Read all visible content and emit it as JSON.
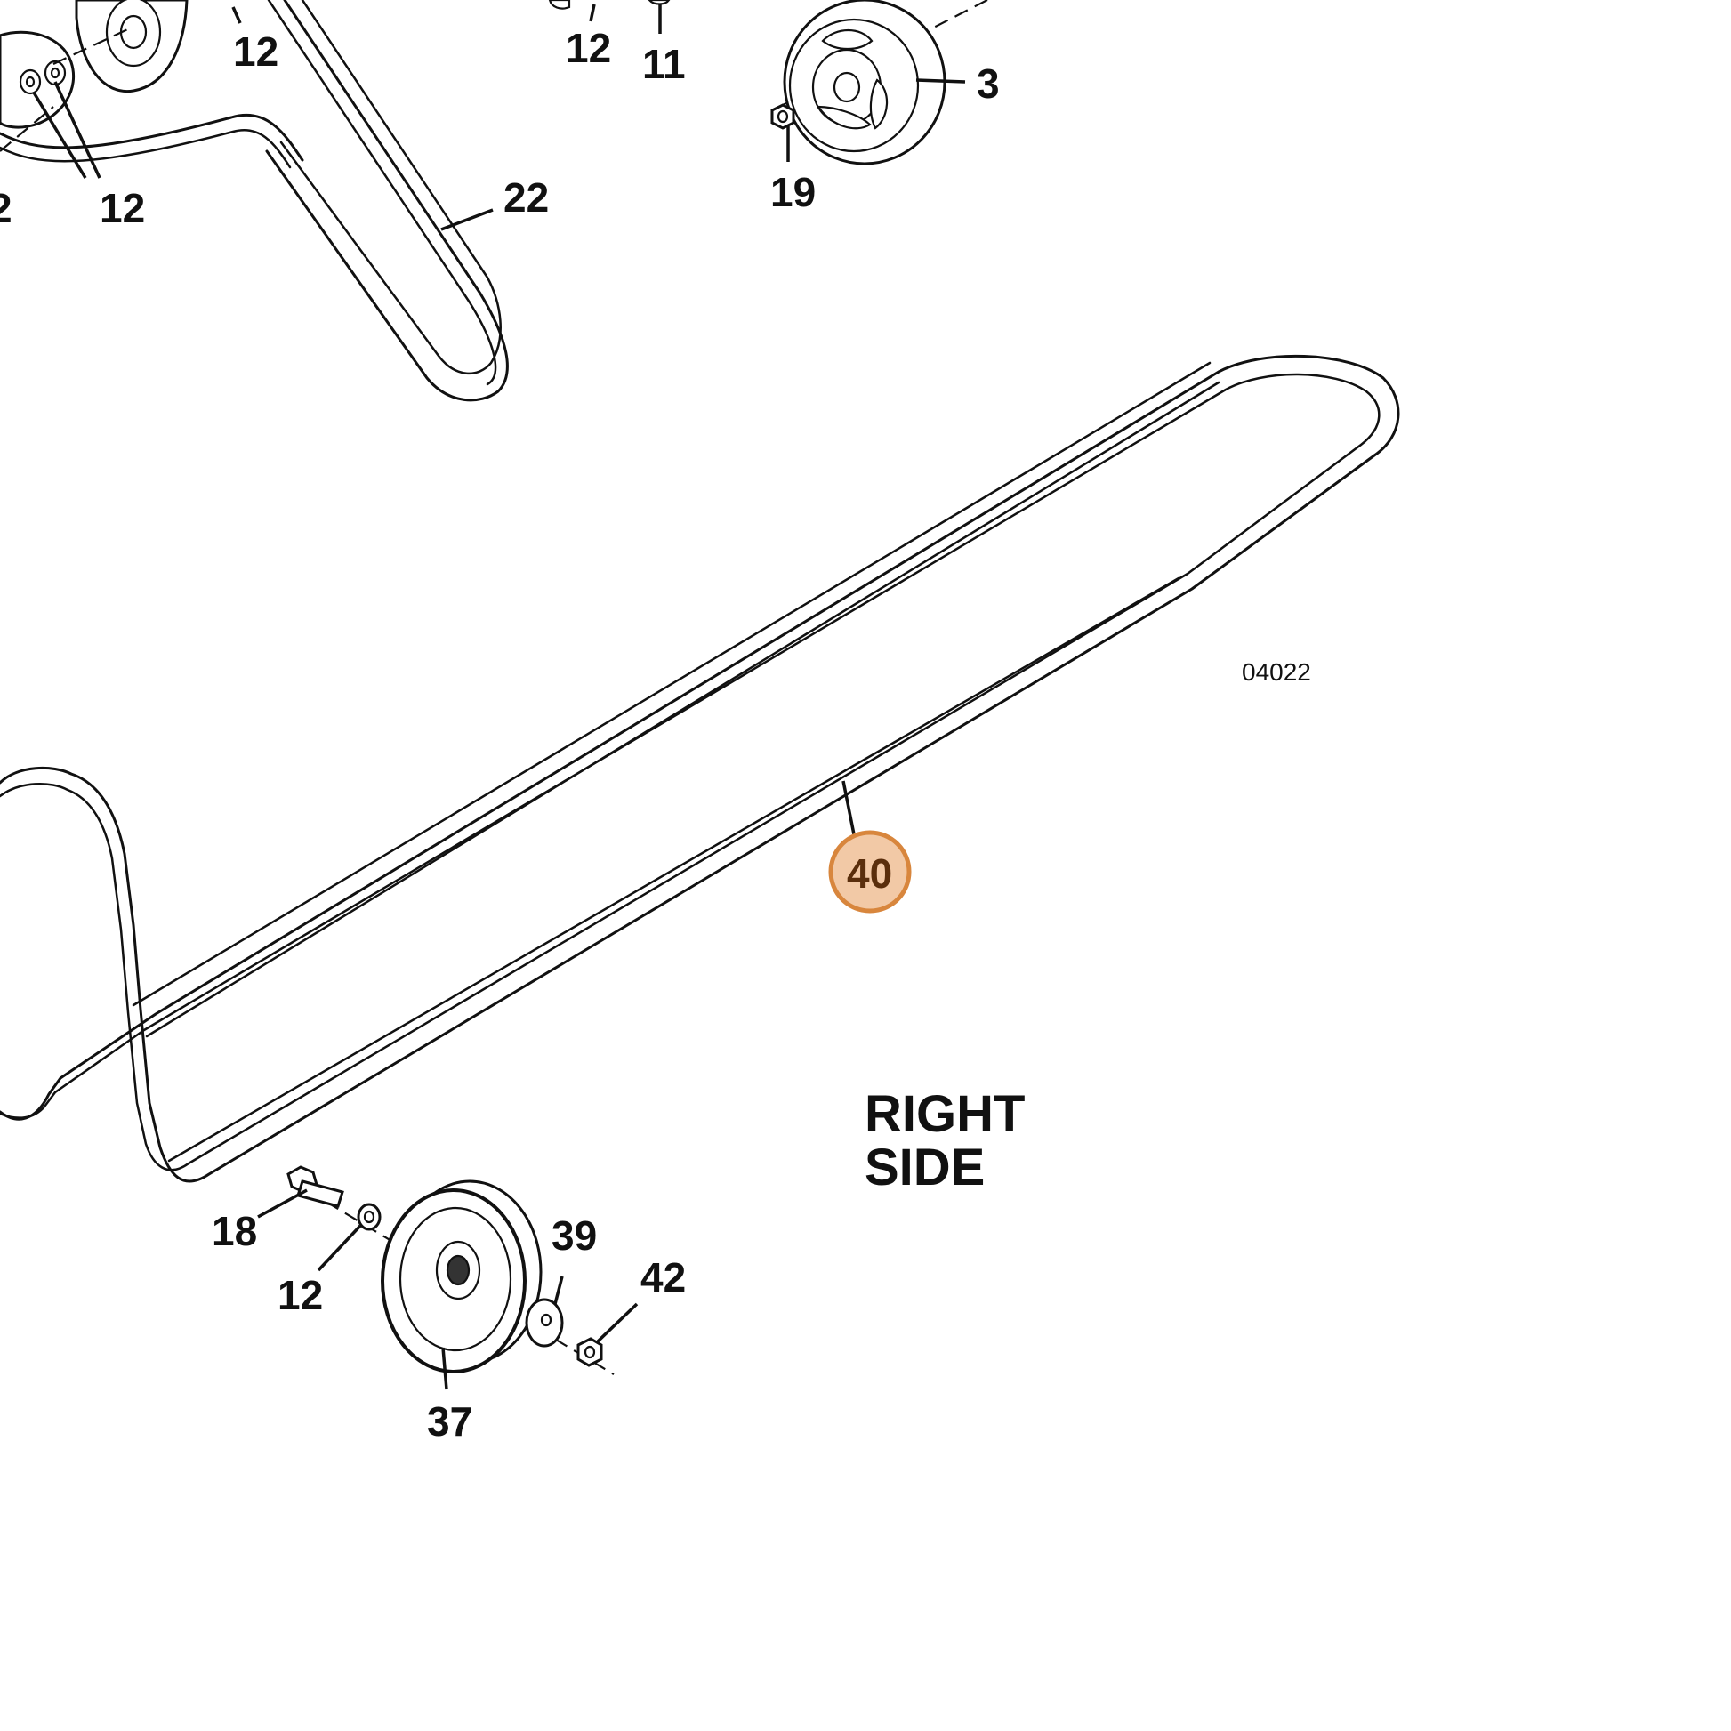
{
  "diagram": {
    "figure_number": "04022",
    "side_label": [
      "RIGHT",
      "SIDE"
    ],
    "highlight_color": "#f2c9a6",
    "highlight_stroke": "#d8863d",
    "highlighted_callout": "40",
    "callouts": {
      "c12a": "12",
      "c12b": "12",
      "c11": "11",
      "c3": "3",
      "c2": "2",
      "c12c": "12",
      "c22": "22",
      "c19": "19",
      "c40": "40",
      "c18": "18",
      "c39": "39",
      "c12d": "12",
      "c42": "42",
      "c37": "37"
    }
  }
}
